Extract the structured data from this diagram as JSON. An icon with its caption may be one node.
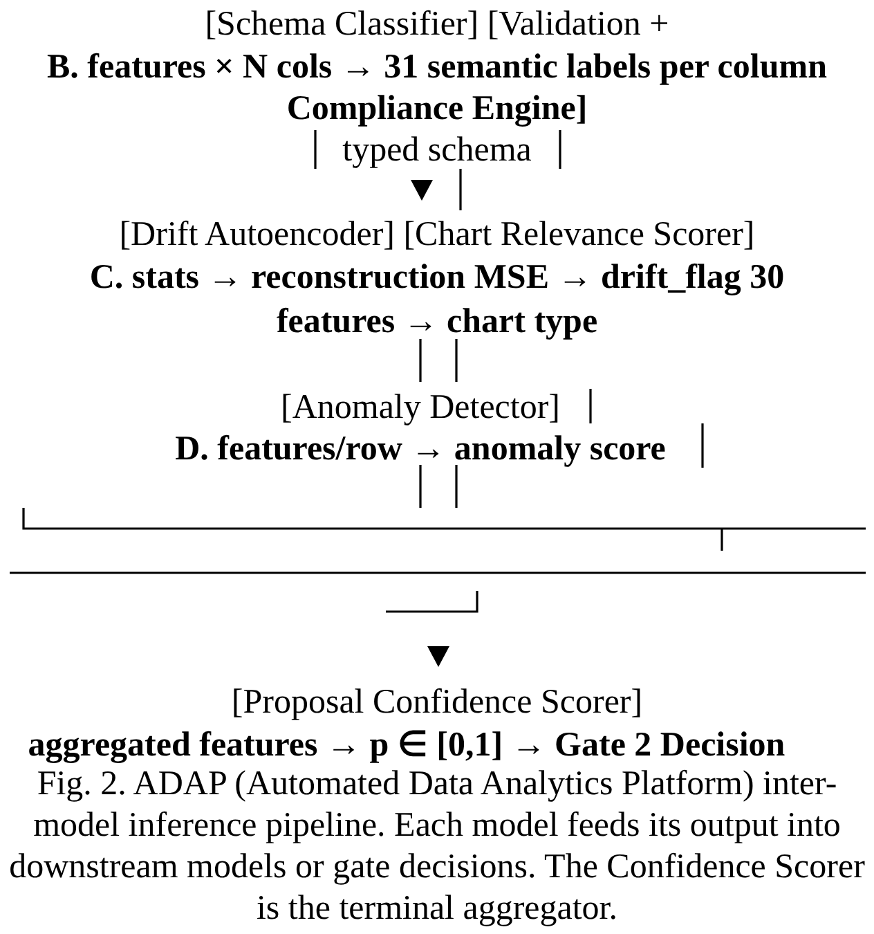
{
  "diagram": {
    "labels": [
      "[Schema Classifier] [Validation +",
      "B. features × N cols → 31 semantic labels per column",
      "Compliance Engine]",
      "typed schema",
      "[Drift Autoencoder] [Chart Relevance Scorer]",
      "C. stats → reconstruction MSE → drift_flag 30",
      "features → chart type",
      "[Anomaly Detector]",
      "D. features/row → anomaly score",
      "[Proposal Confidence Scorer]",
      "aggregated features → p ∈ [0,1] → Gate 2 Decision"
    ],
    "caption": "Fig. 2. ADAP (Automated Data Analytics Platform) inter-model inference pipeline. Each model feeds its output into downstream models or gate decisions. The Confidence Scorer is the terminal aggregator."
  }
}
